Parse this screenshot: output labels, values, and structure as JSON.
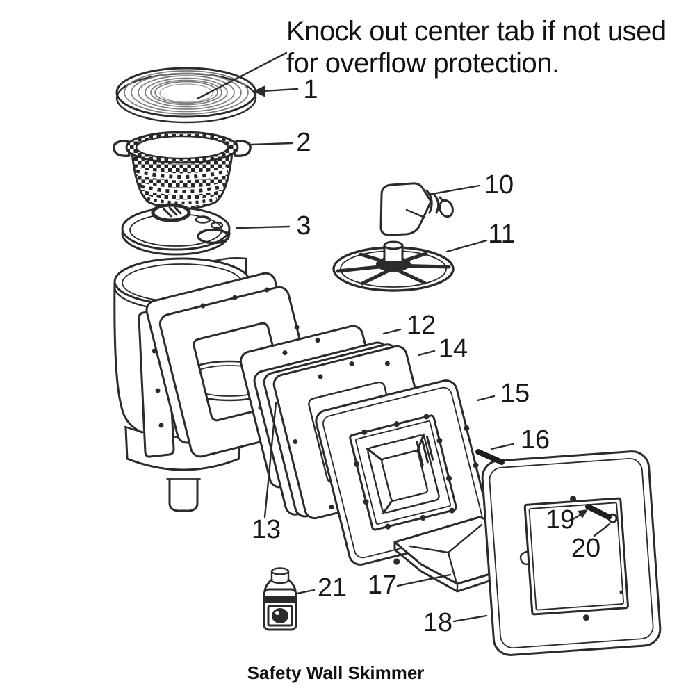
{
  "diagram": {
    "annotation": {
      "text": "Knock out center tab if not used for overflow protection."
    },
    "caption": {
      "text": "Safety Wall Skimmer"
    },
    "colors": {
      "line": "#2b2b2b",
      "background": "#ffffff",
      "lid_shade": "#e0e0e0",
      "dark_fill": "#2b2b2b"
    },
    "labels": [
      {
        "part": "skimmer-lid",
        "num": "1"
      },
      {
        "part": "skimmer-basket",
        "num": "2"
      },
      {
        "part": "float-plate",
        "num": "3"
      },
      {
        "part": "elbow-fitting",
        "num": "10"
      },
      {
        "part": "vacuum-plate",
        "num": "11"
      },
      {
        "part": "gasket-front",
        "num": "12"
      },
      {
        "part": "skimmer-body",
        "num": "13"
      },
      {
        "part": "gasket-stack",
        "num": "14"
      },
      {
        "part": "faceplate",
        "num": "15"
      },
      {
        "part": "faceplate-screw",
        "num": "16"
      },
      {
        "part": "weir-tray",
        "num": "17"
      },
      {
        "part": "rear-plate",
        "num": "18"
      },
      {
        "part": "plate-screw",
        "num": "19"
      },
      {
        "part": "plate-hole",
        "num": "20"
      },
      {
        "part": "sealant-bottle",
        "num": "21"
      }
    ]
  }
}
